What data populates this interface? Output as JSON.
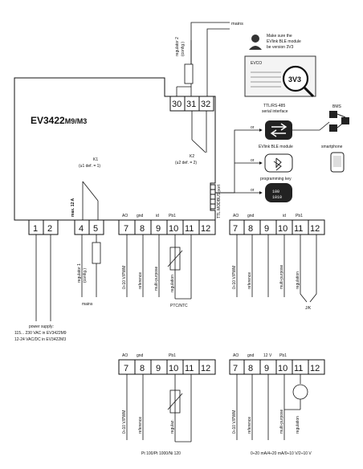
{
  "controller": {
    "model_prefix": "EV3422",
    "model_suffix": "M9/M3"
  },
  "top_terminals": [
    "30",
    "31",
    "32"
  ],
  "main_terminals": [
    "1",
    "2",
    "4",
    "5",
    "7",
    "8",
    "9",
    "10",
    "11",
    "12"
  ],
  "labels": {
    "mains_top": "mains",
    "regulator2": "regulator 2",
    "regulator2_config": "(config.)",
    "k1": "K1",
    "k1_def": "(u1 def. = 1)",
    "k2": "K2",
    "k2_def": "(u2 def. = 2)",
    "max_current": "max. 12 A",
    "ttl_port": "TTL MODBUS port",
    "regulator1": "regulator 1",
    "regulator1_config": "(config.)",
    "mains_bottom": "mains",
    "ao": "AO",
    "gnd": "gnd",
    "id": "id",
    "pb1": "Pb1",
    "v12": "12 V",
    "out_0_10": "0÷10 V/PWM",
    "reference": "reference",
    "multi_purpose": "multi-purpose",
    "regulation": "regulation",
    "regulaz": "regulaz.",
    "ptc_ntc": "PTC/NTC",
    "jk": "J/K",
    "pt100": "Pt 100/Pt 1000/Ni 120",
    "signal_range": "0÷20 mA/4÷20 mA/0÷10 V/2÷10 V",
    "or": "or"
  },
  "power_supply": {
    "title": "power supply:",
    "line1": "115... 230 VAC in EV3422M9",
    "line2": "12-24 VAC/DC in EV3422M3"
  },
  "module_note": {
    "line1": "Make sure the",
    "line2": "EVlink BLE module",
    "line3": "be version 3V3",
    "badge": "3V3",
    "brand": "EVCO"
  },
  "connectivity": {
    "serial_line1": "TTL/RS-485",
    "serial_line2": "serial interface",
    "bms": "BMS",
    "evlink": "EVlink BLE module",
    "smartphone": "smartphone",
    "programming_key": "programming key"
  }
}
